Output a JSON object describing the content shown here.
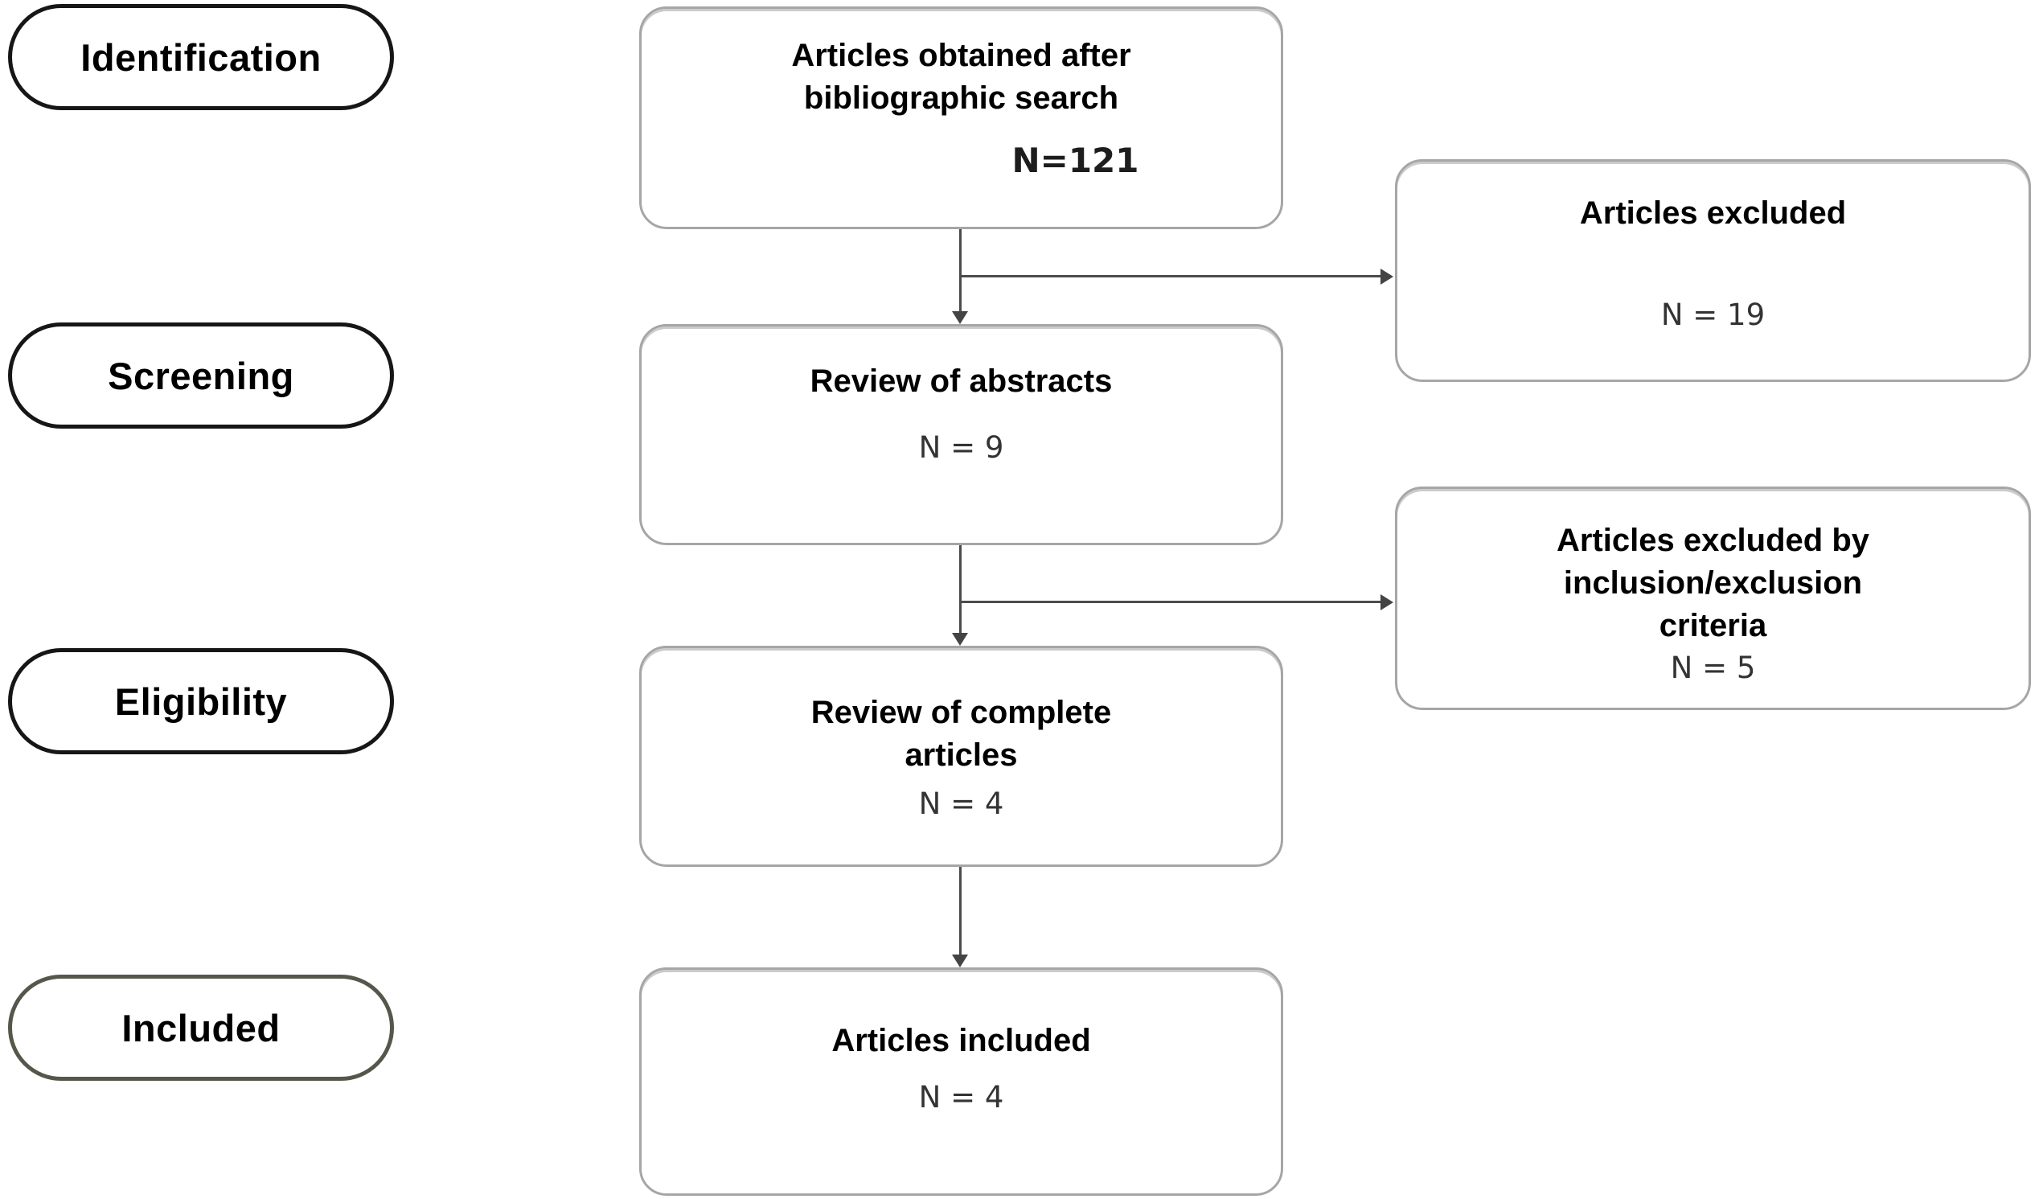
{
  "diagram": {
    "stages": [
      {
        "label": "Identification"
      },
      {
        "label": "Screening"
      },
      {
        "label": "Eligibility"
      },
      {
        "label": "Included"
      }
    ],
    "flow": [
      {
        "title": "Articles obtained after\nbibliographic search",
        "count": "N=121"
      },
      {
        "title": "Review of abstracts",
        "count": "N = 9"
      },
      {
        "title": "Review of complete\narticles",
        "count": "N = 4"
      },
      {
        "title": "Articles included",
        "count": "N = 4"
      }
    ],
    "exclusions": [
      {
        "title": "Articles excluded",
        "count": "N = 19"
      },
      {
        "title": "Articles excluded by\ninclusion/exclusion\ncriteria",
        "count": "N = 5"
      }
    ],
    "colors": {
      "pill_border": "#161616",
      "included_pill_border": "#54584a",
      "box_border": "#a6a6a6",
      "connector": "#4c4c4c"
    }
  }
}
